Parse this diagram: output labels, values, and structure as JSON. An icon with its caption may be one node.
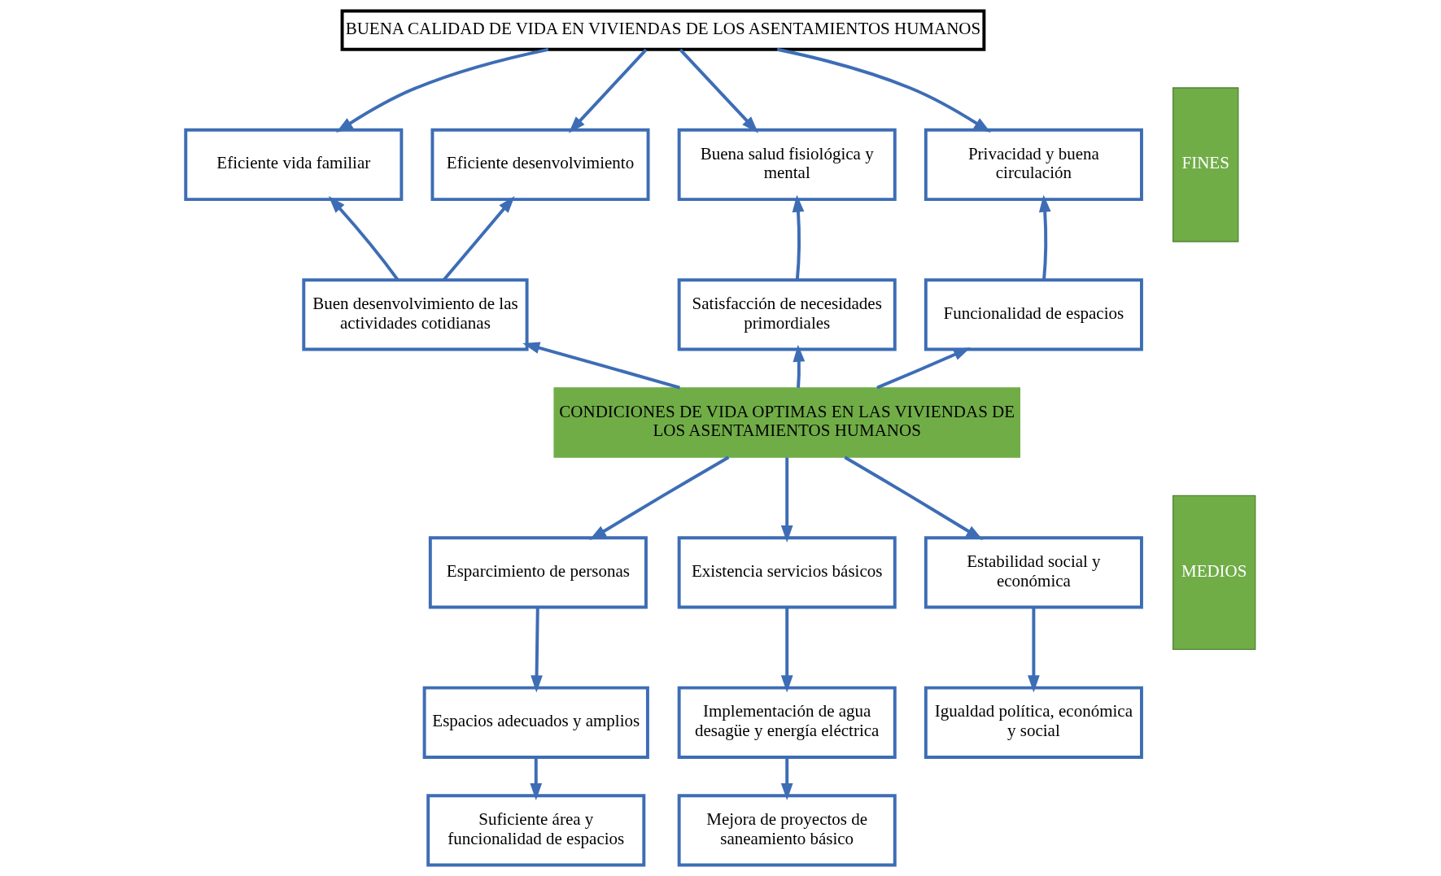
{
  "diagram": {
    "nodes": [
      {
        "text": [
          "BUENA CALIDAD DE VIDA EN VIVIENDAS DE LOS ASENTAMIENTOS HUMANOS"
        ]
      },
      {
        "text": [
          "Eficiente vida familiar"
        ]
      },
      {
        "text": [
          "Eficiente desenvolvimiento"
        ]
      },
      {
        "text": [
          "Buena salud fisiológica y mental"
        ]
      },
      {
        "text": [
          "Privacidad y buena circulación"
        ]
      },
      {
        "text": [
          "Buen desenvolvimiento de las actividades cotidianas"
        ]
      },
      {
        "text": [
          "Satisfacción de necesidades primordiales"
        ]
      },
      {
        "text": [
          "Funcionalidad de espacios"
        ]
      },
      {
        "text": [
          "CONDICIONES DE VIDA OPTIMAS EN LAS VIVIENDAS DE LOS ASENTAMIENTOS HUMANOS"
        ]
      },
      {
        "text": [
          "Esparcimiento de personas"
        ]
      },
      {
        "text": [
          "Espacios adecuados y amplios"
        ]
      },
      {
        "text": [
          "Suficiente área y funcionalidad de espacios"
        ]
      },
      {
        "text": [
          "Existencia servicios básicos"
        ]
      },
      {
        "text": [
          "Implementación de agua desagüe y energía eléctrica"
        ]
      },
      {
        "text": [
          "Mejora de proyectos de saneamiento básico"
        ]
      },
      {
        "text": [
          "Estabilidad social y económica"
        ]
      },
      {
        "text": [
          "Igualdad política, económica y social"
        ]
      },
      {
        "text": [
          "FINES"
        ]
      },
      {
        "text": [
          "MEDIOS"
        ]
      }
    ],
    "edges": [
      {
        "from": 0,
        "to": 1,
        "arrow": "to"
      },
      {
        "from": 0,
        "to": 2,
        "arrow": "to"
      },
      {
        "from": 0,
        "to": 3,
        "arrow": "to"
      },
      {
        "from": 0,
        "to": 4,
        "arrow": "to"
      },
      {
        "from": 5,
        "to": 1,
        "arrow": "to"
      },
      {
        "from": 5,
        "to": 2,
        "arrow": "to"
      },
      {
        "from": 6,
        "to": 3,
        "arrow": "to"
      },
      {
        "from": 7,
        "to": 4,
        "arrow": "to"
      },
      {
        "from": 8,
        "to": 5,
        "arrow": "to"
      },
      {
        "from": 8,
        "to": 6,
        "arrow": "to"
      },
      {
        "from": 8,
        "to": 7,
        "arrow": "to"
      },
      {
        "from": 8,
        "to": 9,
        "arrow": "to"
      },
      {
        "from": 8,
        "to": 12,
        "arrow": "to"
      },
      {
        "from": 8,
        "to": 15,
        "arrow": "to"
      },
      {
        "from": 9,
        "to": 10,
        "arrow": "to"
      },
      {
        "from": 10,
        "to": 11,
        "arrow": "to"
      },
      {
        "from": 12,
        "to": 13,
        "arrow": "to"
      },
      {
        "from": 13,
        "to": 14,
        "arrow": "to"
      },
      {
        "from": 15,
        "to": 16,
        "arrow": "to"
      }
    ]
  }
}
